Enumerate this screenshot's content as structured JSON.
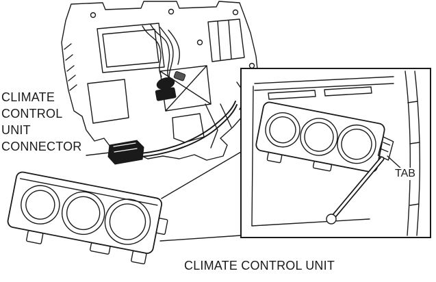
{
  "diagram": {
    "labels": {
      "connector_label": "CLIMATE CONTROL UNIT CONNECTOR",
      "tab_label": "TAB",
      "unit_label": "CLIMATE CONTROL UNIT"
    },
    "colors": {
      "line": "#1a1a1a",
      "background": "#ffffff"
    }
  }
}
